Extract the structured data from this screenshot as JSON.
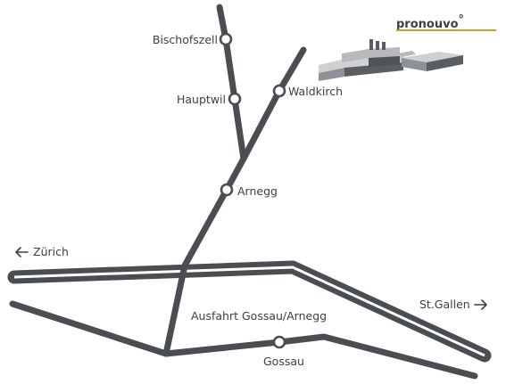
{
  "logo": {
    "text_pro": "pro",
    "text_nouvo": "nouvo",
    "mark": "°",
    "accent_color": "#c9a227",
    "text_color": "#3d4045"
  },
  "colors": {
    "road": "#4a4d52",
    "text": "#3d4045",
    "background": "#ffffff",
    "building_light": "#cfd0d2",
    "building_dark": "#5a5d62"
  },
  "places": {
    "bischofszell": "Bischofszell",
    "hauptwil": "Hauptwil",
    "waldkirch": "Waldkirch",
    "arnegg": "Arnegg",
    "gossau": "Gossau"
  },
  "directions": {
    "zurich": "Zürich",
    "stgallen": "St.Gallen",
    "left_arrow_icon": "arrow-left-icon",
    "right_arrow_icon": "arrow-right-icon"
  },
  "exit_label": "Ausfahrt Gossau/Arnegg",
  "building_icon": "factory-building-icon"
}
